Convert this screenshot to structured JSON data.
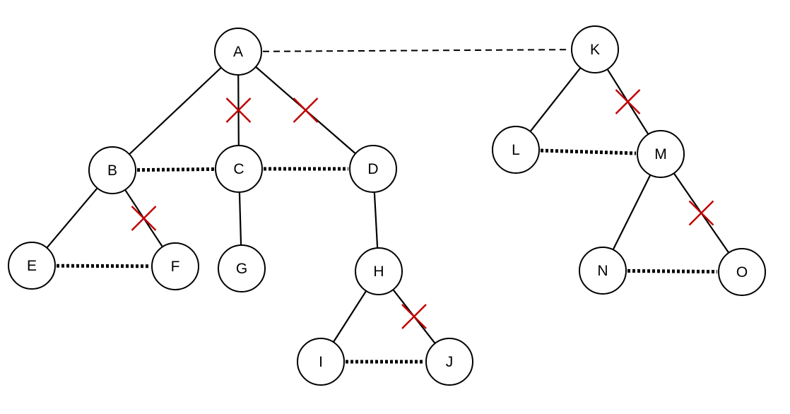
{
  "diagram": {
    "nodes": [
      {
        "id": "A",
        "label": "A"
      },
      {
        "id": "B",
        "label": "B"
      },
      {
        "id": "C",
        "label": "C"
      },
      {
        "id": "D",
        "label": "D"
      },
      {
        "id": "E",
        "label": "E"
      },
      {
        "id": "F",
        "label": "F"
      },
      {
        "id": "G",
        "label": "G"
      },
      {
        "id": "H",
        "label": "H"
      },
      {
        "id": "I",
        "label": "I"
      },
      {
        "id": "J",
        "label": "J"
      },
      {
        "id": "K",
        "label": "K"
      },
      {
        "id": "L",
        "label": "L"
      },
      {
        "id": "M",
        "label": "M"
      },
      {
        "id": "N",
        "label": "N"
      },
      {
        "id": "O",
        "label": "O"
      }
    ],
    "edges": [
      {
        "from": "A",
        "to": "B",
        "style": "solid",
        "cut": false
      },
      {
        "from": "A",
        "to": "C",
        "style": "solid",
        "cut": true
      },
      {
        "from": "A",
        "to": "D",
        "style": "solid",
        "cut": true
      },
      {
        "from": "B",
        "to": "E",
        "style": "solid",
        "cut": false
      },
      {
        "from": "B",
        "to": "F",
        "style": "solid",
        "cut": true
      },
      {
        "from": "C",
        "to": "G",
        "style": "solid",
        "cut": false
      },
      {
        "from": "D",
        "to": "H",
        "style": "solid",
        "cut": false
      },
      {
        "from": "H",
        "to": "I",
        "style": "solid",
        "cut": false
      },
      {
        "from": "H",
        "to": "J",
        "style": "solid",
        "cut": true
      },
      {
        "from": "K",
        "to": "L",
        "style": "solid",
        "cut": false
      },
      {
        "from": "K",
        "to": "M",
        "style": "solid",
        "cut": true
      },
      {
        "from": "M",
        "to": "N",
        "style": "solid",
        "cut": false
      },
      {
        "from": "M",
        "to": "O",
        "style": "solid",
        "cut": true
      },
      {
        "from": "A",
        "to": "K",
        "style": "thin-dashed",
        "cut": false
      },
      {
        "from": "B",
        "to": "C",
        "style": "bold-dotted",
        "cut": false
      },
      {
        "from": "C",
        "to": "D",
        "style": "bold-dotted",
        "cut": false
      },
      {
        "from": "E",
        "to": "F",
        "style": "bold-dotted",
        "cut": false
      },
      {
        "from": "I",
        "to": "J",
        "style": "bold-dotted",
        "cut": false
      },
      {
        "from": "L",
        "to": "M",
        "style": "bold-dotted",
        "cut": false
      },
      {
        "from": "N",
        "to": "O",
        "style": "bold-dotted",
        "cut": false
      }
    ],
    "colors": {
      "node_fill": "#ffffff",
      "stroke": "#000000",
      "cut_mark": "#c00000",
      "background": "#ffffff"
    }
  }
}
